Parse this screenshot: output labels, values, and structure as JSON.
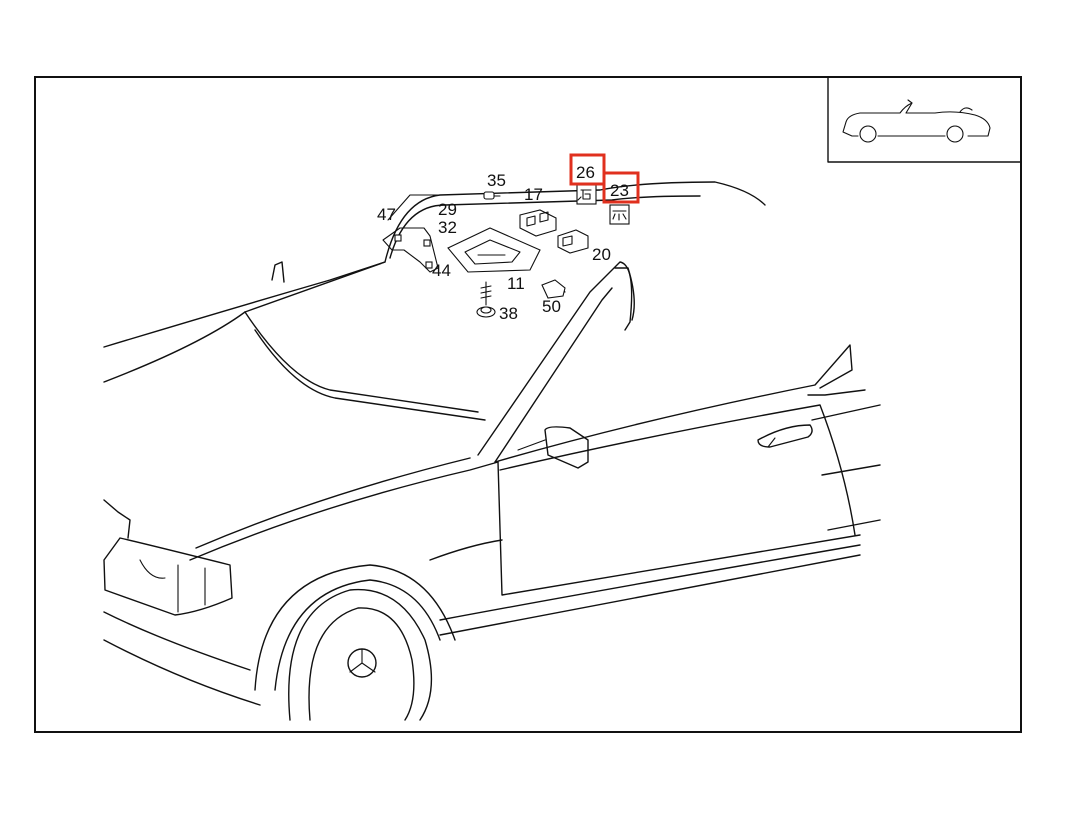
{
  "colors": {
    "line": "#111111",
    "highlight": "#e0301e",
    "background": "#ffffff"
  },
  "callouts": {
    "c35": "35",
    "c17": "17",
    "c26": "26",
    "c23": "23",
    "c47": "47",
    "c29": "29",
    "c32": "32",
    "c44": "44",
    "c20": "20",
    "c11": "11",
    "c38": "38",
    "c50": "50"
  },
  "highlighted": [
    "26",
    "23"
  ],
  "icons": {
    "thumbnail": "convertible-car-icon",
    "part26": "reading-lamp-symbol-icon",
    "part23": "interior-lamp-symbol-icon"
  }
}
